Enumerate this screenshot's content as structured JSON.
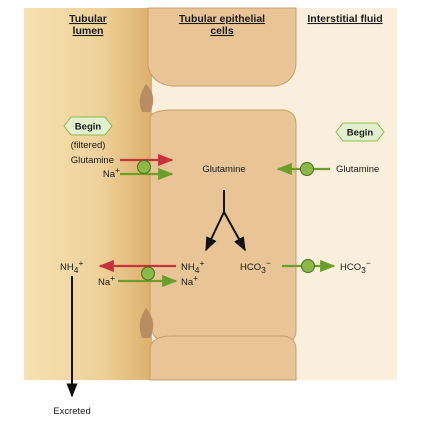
{
  "headers": {
    "lumen_line1": "Tubular",
    "lumen_line2": "lumen",
    "cells_line1": "Tubular epithelial",
    "cells_line2": "cells",
    "interstitial": "Interstitial fluid"
  },
  "lumen_side": {
    "begin": "Begin",
    "filtered": "(filtered)",
    "glutamine": "Glutamine",
    "na": "Na",
    "na_sup": "+",
    "nh4": "NH",
    "nh4_sub": "4",
    "nh4_sup": "+",
    "na2": "Na",
    "na2_sup": "+",
    "excreted": "Excreted"
  },
  "cell": {
    "glutamine": "Glutamine",
    "nh4": "NH",
    "nh4_sub": "4",
    "nh4_sup": "+",
    "na": "Na",
    "na_sup": "+",
    "hco3": "HCO",
    "hco3_sub": "3",
    "hco3_sup": "−"
  },
  "interstitial_side": {
    "begin": "Begin",
    "glutamine": "Glutamine",
    "hco3": "HCO",
    "hco3_sub": "3",
    "hco3_sup": "−"
  },
  "colors": {
    "lumen": "#f2d9a3",
    "lumen_edge": "#d9b46f",
    "cell": "#e8c497",
    "cell_edge": "#c79e6c",
    "interstitial": "#faefdc",
    "red_arrow": "#c8333a",
    "green_arrow": "#6c9e2c",
    "carrier": "#8cb84a",
    "begin_fill": "#e2f0cf"
  }
}
